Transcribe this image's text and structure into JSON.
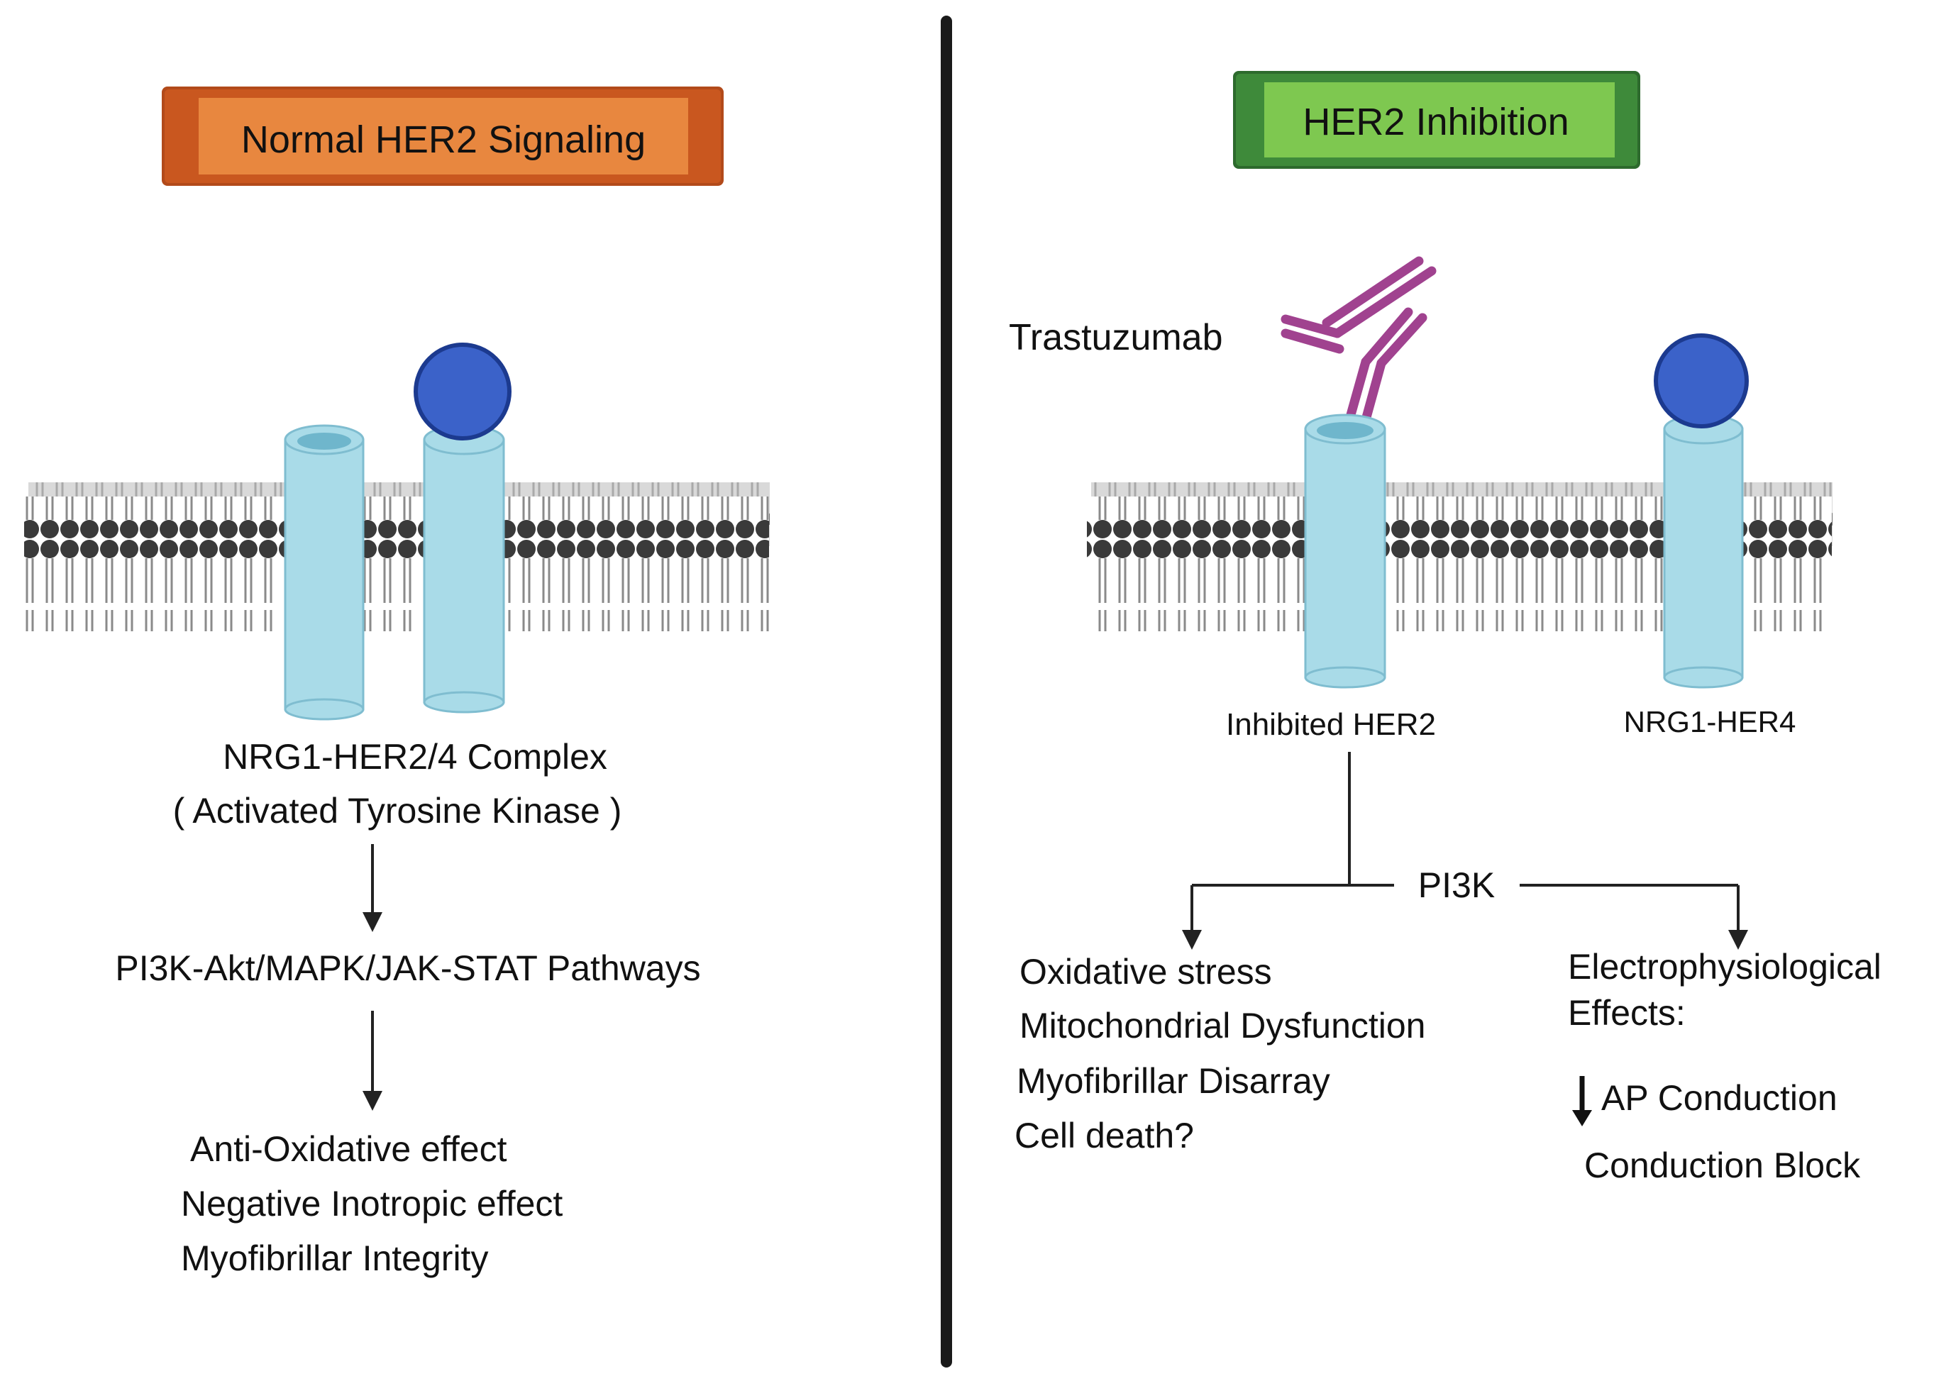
{
  "left_panel": {
    "title": "Normal HER2 Signaling",
    "title_bg": "#e8873f",
    "title_border": "#b24a1a",
    "complex_label": "NRG1-HER2/4 Complex",
    "complex_sublabel": "( Activated Tyrosine Kinase )",
    "pathways": "PI3K-Akt/MAPK/JAK-STAT Pathways",
    "effects": [
      "Anti-Oxidative effect",
      "Negative Inotropic effect",
      "Myofibrillar Integrity"
    ]
  },
  "right_panel": {
    "title": "HER2 Inhibition",
    "title_bg": "#7ec850",
    "title_border": "#2d6a2d",
    "antibody_label": "Trastuzumab",
    "antibody_color": "#a0428f",
    "inhibited_label": "Inhibited HER2",
    "her4_label": "NRG1-HER4",
    "pi3k_label": "PI3K",
    "left_effects": [
      "Oxidative stress",
      "Mitochondrial Dysfunction",
      "Myofibrillar Disarray",
      "Cell death?"
    ],
    "electro_title": [
      "Electrophysiological",
      "Effects:"
    ],
    "electro_effects": [
      "AP Conduction",
      "Conduction Block"
    ]
  },
  "colors": {
    "receptor": "#a9dbe8",
    "receptor_top": "#6fb6cc",
    "ligand": "#3b62c9",
    "membrane_dark": "#3a3a3a",
    "membrane_light": "#b8b8b8",
    "divider": "#1a1a1a"
  }
}
